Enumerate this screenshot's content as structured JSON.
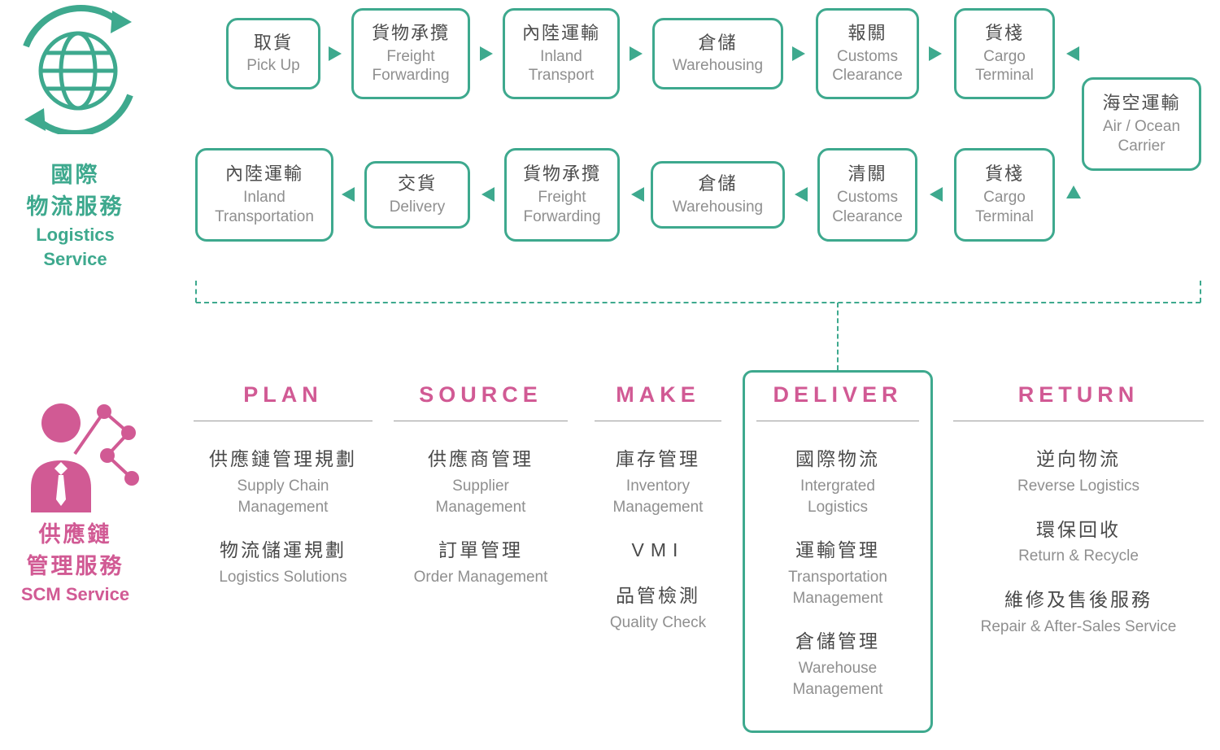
{
  "palette": {
    "teal": "#3EA98E",
    "pink": "#D15A94",
    "text_dark": "#4a4a4a",
    "text_gray": "#8f8f8f"
  },
  "icons": {
    "logistics": "globe-cycle-icon",
    "scm": "person-network-icon"
  },
  "logistics": {
    "title_zh_line1": "國際",
    "title_zh_line2": "物流服務",
    "title_en_line1": "Logistics",
    "title_en_line2": "Service",
    "row1": [
      {
        "zh": "取貨",
        "en": "Pick Up"
      },
      {
        "zh": "貨物承攬",
        "en": "Freight Forwarding"
      },
      {
        "zh": "內陸運輸",
        "en": "Inland Transport"
      },
      {
        "zh": "倉儲",
        "en": "Warehousing"
      },
      {
        "zh": "報關",
        "en": "Customs Clearance"
      },
      {
        "zh": "貨棧",
        "en": "Cargo Terminal"
      }
    ],
    "carrier": {
      "zh": "海空運輸",
      "en": "Air / Ocean Carrier"
    },
    "row2": [
      {
        "zh": "內陸運輸",
        "en": "Inland Transportation"
      },
      {
        "zh": "交貨",
        "en": "Delivery"
      },
      {
        "zh": "貨物承攬",
        "en": "Freight Forwarding"
      },
      {
        "zh": "倉儲",
        "en": "Warehousing"
      },
      {
        "zh": "清關",
        "en": "Customs Clearance"
      },
      {
        "zh": "貨棧",
        "en": "Cargo Terminal"
      }
    ]
  },
  "scm": {
    "title_zh_line1": "供應鏈",
    "title_zh_line2": "管理服務",
    "title_en": "SCM Service",
    "columns": [
      {
        "header": "PLAN",
        "items": [
          {
            "zh": "供應鏈管理規劃",
            "en": "Supply Chain Management"
          },
          {
            "zh": "物流儲運規劃",
            "en": "Logistics Solutions"
          }
        ]
      },
      {
        "header": "SOURCE",
        "items": [
          {
            "zh": "供應商管理",
            "en": "Supplier Management"
          },
          {
            "zh": "訂單管理",
            "en": "Order Management"
          }
        ]
      },
      {
        "header": "MAKE",
        "items": [
          {
            "zh": "庫存管理",
            "en": "Inventory Management"
          },
          {
            "zh": "VMI",
            "en": ""
          },
          {
            "zh": "品管檢測",
            "en": "Quality Check"
          }
        ]
      },
      {
        "header": "DELIVER",
        "highlighted": true,
        "items": [
          {
            "zh": "國際物流",
            "en": "Intergrated Logistics"
          },
          {
            "zh": "運輸管理",
            "en": "Transportation Management"
          },
          {
            "zh": "倉儲管理",
            "en": "Warehouse Management"
          }
        ]
      },
      {
        "header": "RETURN",
        "items": [
          {
            "zh": "逆向物流",
            "en": "Reverse Logistics"
          },
          {
            "zh": "環保回收",
            "en": "Return & Recycle"
          },
          {
            "zh": "維修及售後服務",
            "en": "Repair & After-Sales Service"
          }
        ]
      }
    ]
  }
}
